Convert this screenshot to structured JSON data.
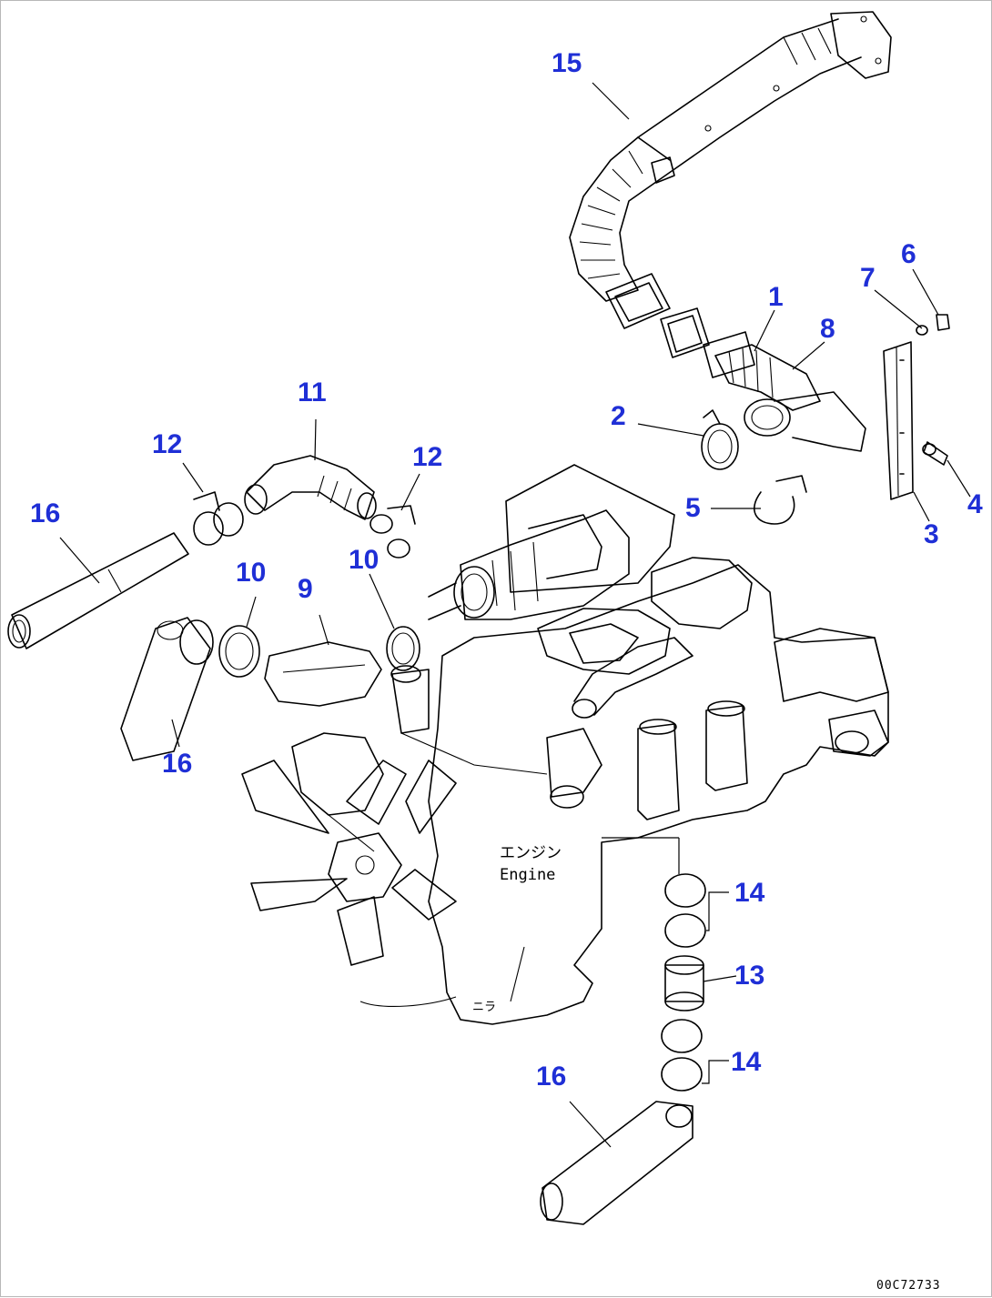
{
  "diagram": {
    "engine_label_jp": "エンジン",
    "engine_label_en": "Engine",
    "engine_casting_mark": "ニラ",
    "document_number": "00C72733",
    "callouts": [
      {
        "id": "c15",
        "label": "15"
      },
      {
        "id": "c1",
        "label": "1"
      },
      {
        "id": "c8",
        "label": "8"
      },
      {
        "id": "c7",
        "label": "7"
      },
      {
        "id": "c6",
        "label": "6"
      },
      {
        "id": "c2",
        "label": "2"
      },
      {
        "id": "c5",
        "label": "5"
      },
      {
        "id": "c4",
        "label": "4"
      },
      {
        "id": "c3",
        "label": "3"
      },
      {
        "id": "c11",
        "label": "11"
      },
      {
        "id": "c12a",
        "label": "12"
      },
      {
        "id": "c12b",
        "label": "12"
      },
      {
        "id": "c16a",
        "label": "16"
      },
      {
        "id": "c10a",
        "label": "10"
      },
      {
        "id": "c9",
        "label": "9"
      },
      {
        "id": "c10b",
        "label": "10"
      },
      {
        "id": "c16b",
        "label": "16"
      },
      {
        "id": "c14a",
        "label": "14"
      },
      {
        "id": "c13",
        "label": "13"
      },
      {
        "id": "c14b",
        "label": "14"
      },
      {
        "id": "c16c",
        "label": "16"
      }
    ],
    "accent_color": "#1f2fd6",
    "line_color": "#000000"
  }
}
